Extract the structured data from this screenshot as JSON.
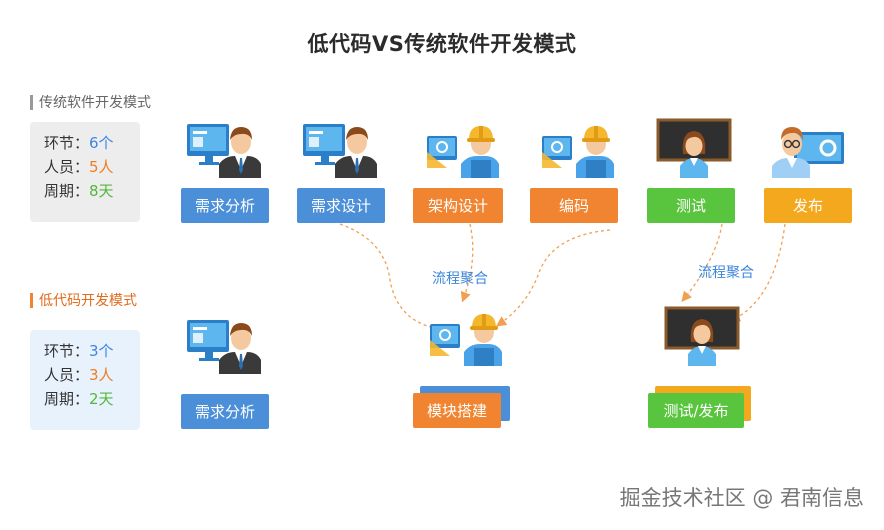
{
  "title": "低代码VS传统软件开发模式",
  "traditional": {
    "heading": "传统软件开发模式",
    "stats": [
      {
        "label": "环节：",
        "value": "6个",
        "color": "#3f84e5"
      },
      {
        "label": "人员：",
        "value": "5人",
        "color": "#f27c22"
      },
      {
        "label": "周期：",
        "value": "8天",
        "color": "#55b63e"
      }
    ],
    "steps": [
      {
        "label": "需求分析",
        "color": "#4b8fd8",
        "role": "analyst-icon"
      },
      {
        "label": "需求设计",
        "color": "#4b8fd8",
        "role": "designer-icon"
      },
      {
        "label": "架构设计",
        "color": "#f08431",
        "role": "architect-icon"
      },
      {
        "label": "编码",
        "color": "#f08431",
        "role": "coder-icon"
      },
      {
        "label": "测试",
        "color": "#59c43d",
        "role": "tester-icon"
      },
      {
        "label": "发布",
        "color": "#f3a81d",
        "role": "publisher-icon"
      }
    ]
  },
  "lowcode": {
    "heading": "低代码开发模式",
    "stats": [
      {
        "label": "环节：",
        "value": "3个",
        "color": "#3f84e5"
      },
      {
        "label": "人员：",
        "value": "3人",
        "color": "#f27c22"
      },
      {
        "label": "周期：",
        "value": "2天",
        "color": "#55b63e"
      }
    ],
    "steps": [
      {
        "label": "需求分析",
        "color": "#4b8fd8"
      },
      {
        "label": "模块搭建",
        "color": "#f08431"
      },
      {
        "label": "测试/发布",
        "color": "#59c43d"
      }
    ]
  },
  "aggregation_label": "流程聚合",
  "watermark": "掘金技术社区 @ 君南信息",
  "colors": {
    "heading_bar_traditional": "#9a9a9a",
    "heading_bar_lowcode": "#f08431",
    "connector": "#f0a050"
  }
}
